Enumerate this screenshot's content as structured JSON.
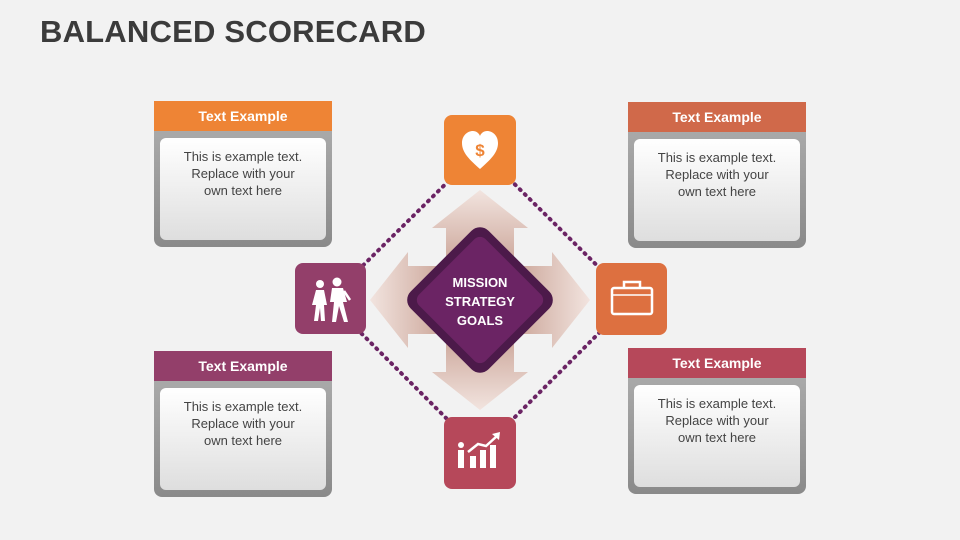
{
  "title": "BALANCED SCORECARD",
  "center": {
    "line1": "MISSION",
    "line2": "STRATEGY",
    "line3": "GOALS"
  },
  "cards": [
    {
      "id": "top-left",
      "heading": "Text Example",
      "text": "This is example text.\nReplace with your\nown text here",
      "color": "#ee8435"
    },
    {
      "id": "top-right",
      "heading": "Text Example",
      "text": "This is example text.\nReplace with your\nown text here",
      "color": "#d0694a"
    },
    {
      "id": "bottom-left",
      "heading": "Text Example",
      "text": "This is example text.\nReplace with your\nown text here",
      "color": "#933f6a"
    },
    {
      "id": "bottom-right",
      "heading": "Text Example",
      "text": "This is example text.\nReplace with your\nown text here",
      "color": "#b6485a"
    }
  ],
  "icons": [
    {
      "name": "heart-dollar-icon",
      "color": "#ee8435"
    },
    {
      "name": "briefcase-icon",
      "color": "#dd7040"
    },
    {
      "name": "people-walking-icon",
      "color": "#933f6a"
    },
    {
      "name": "growth-chart-icon",
      "color": "#b6485a"
    }
  ],
  "colors": {
    "center": "#6b2464",
    "center_border": "#4c1a4a",
    "dots": "#6b2464",
    "arrows": "#d8b8ac"
  }
}
